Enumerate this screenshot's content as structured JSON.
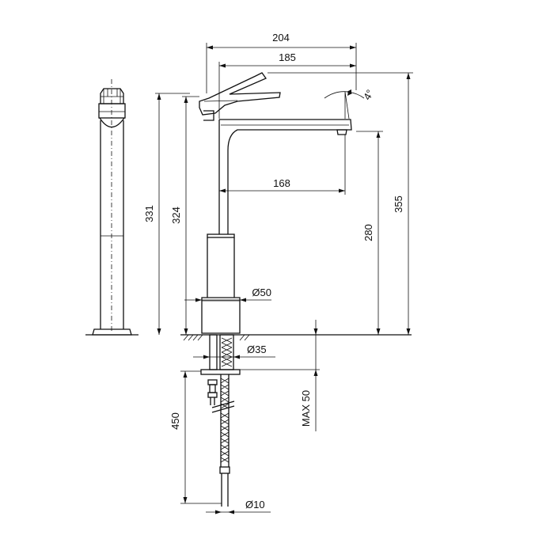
{
  "drawing": {
    "colors": {
      "line": "#111111",
      "background": "#ffffff"
    },
    "dimensions": {
      "width_overall": "204",
      "width_spout": "185",
      "spout_reach": "168",
      "height_side": "331",
      "height_body": "324",
      "height_spout": "280",
      "height_overall": "355",
      "body_diameter": "Ø50",
      "shank_diameter": "Ø35",
      "hose_diameter": "Ø10",
      "hose_length": "450",
      "max_thickness": "MAX 50",
      "spout_angle": "4°"
    }
  }
}
